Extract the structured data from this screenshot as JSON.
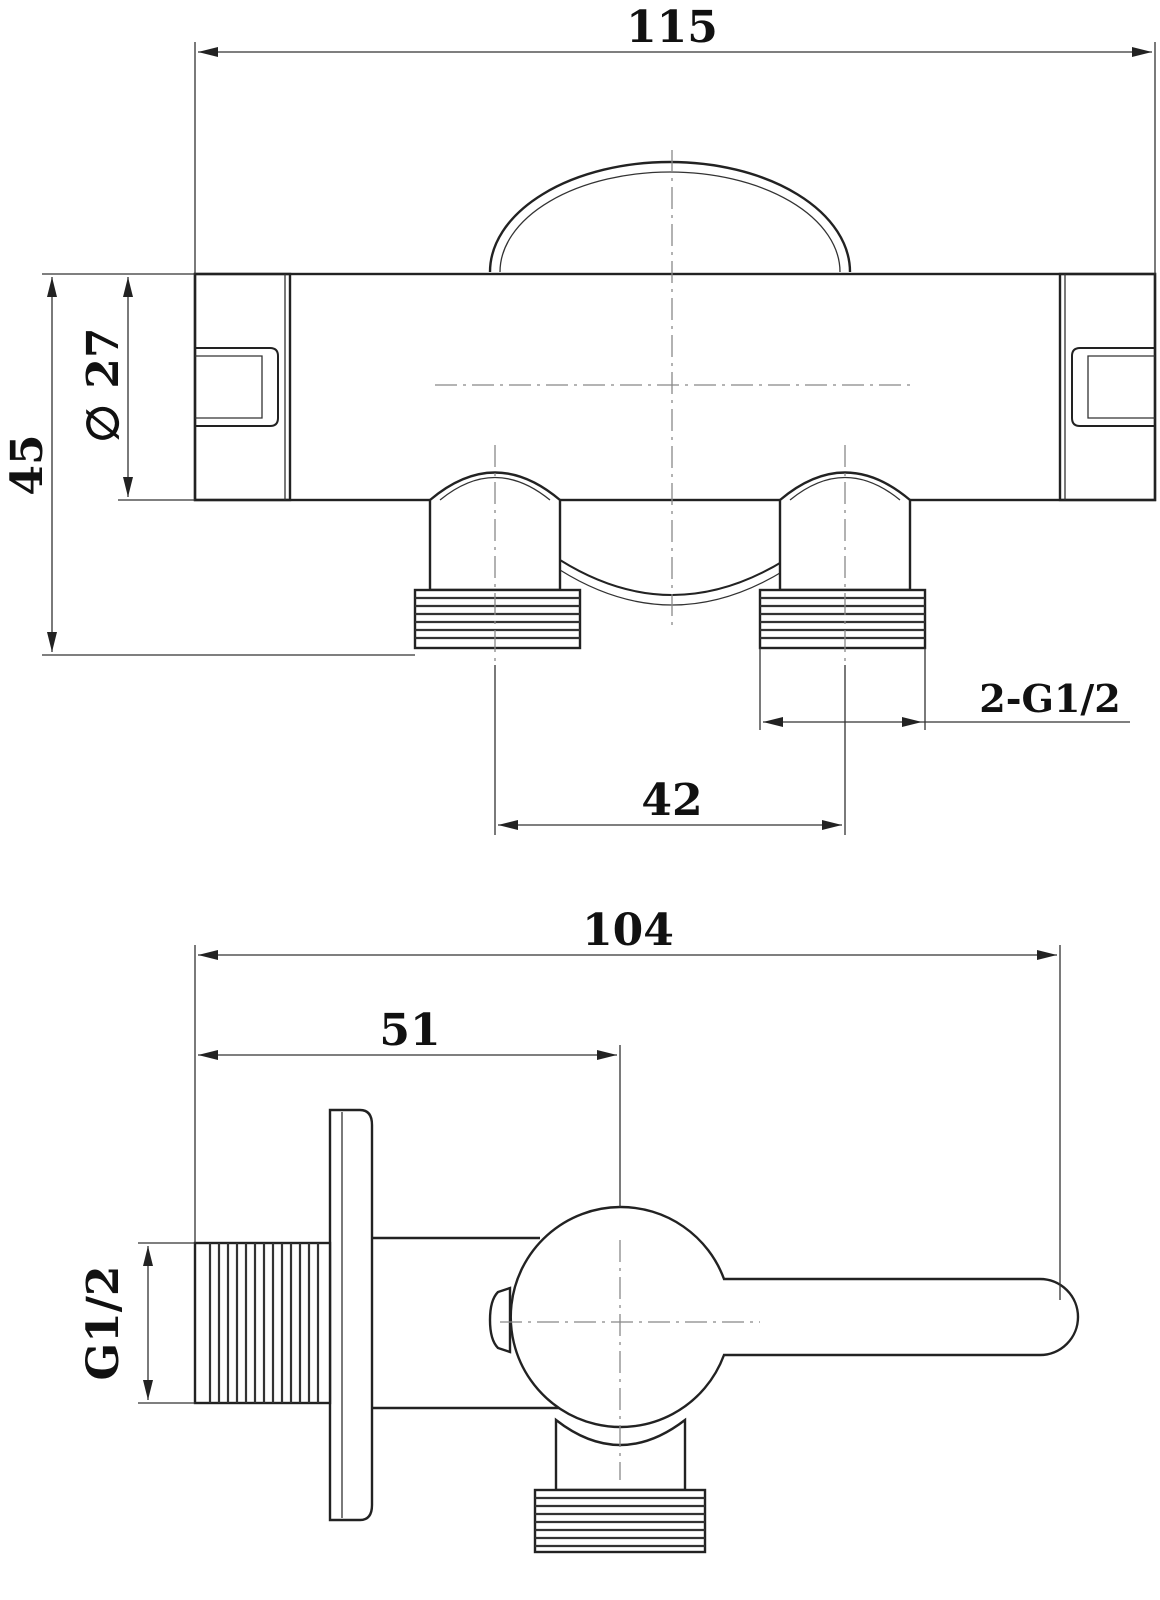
{
  "dimensions": {
    "top_view": {
      "overall_width": "115",
      "height": "45",
      "diameter": "∅ 27",
      "center_distance": "42",
      "outlet_thread": "2-G1/2"
    },
    "side_view": {
      "overall_length": "104",
      "handle_offset": "51",
      "inlet_thread": "G1/2"
    }
  }
}
